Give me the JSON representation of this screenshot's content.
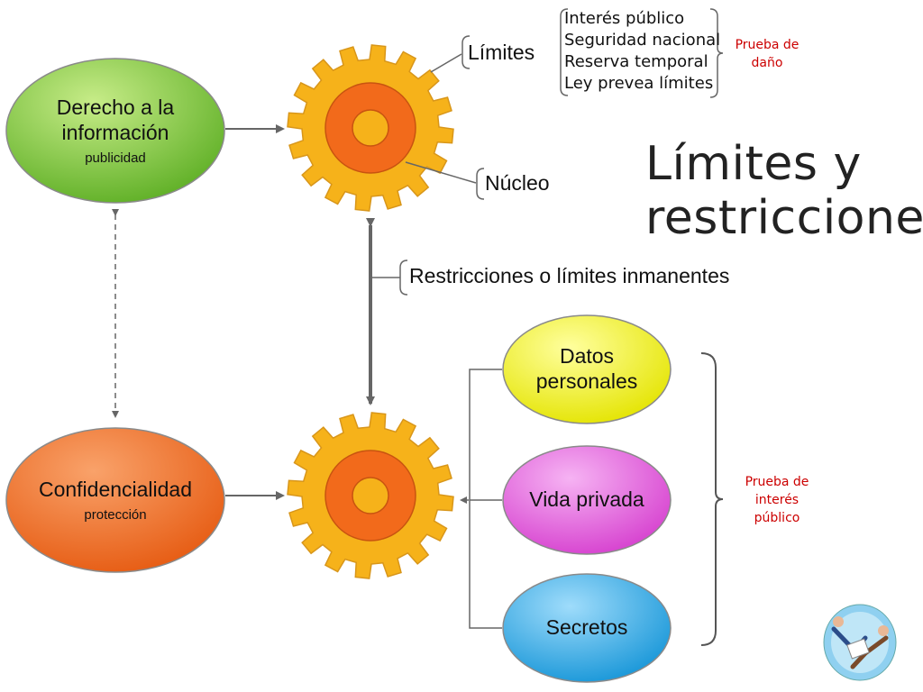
{
  "title": "Límites y restricciones",
  "nodes": {
    "derecho": {
      "title": "Derecho a la\ninformación",
      "subtitle": "publicidad",
      "color": "#7dc63f"
    },
    "confidencialidad": {
      "title": "Confidencialidad",
      "subtitle": "protección",
      "color": "#ef6a22"
    },
    "datos": {
      "title": "Datos\npersonales",
      "color": "#eeee11"
    },
    "vida": {
      "title": "Vida privada",
      "color": "#e85ae0"
    },
    "secretos": {
      "title": "Secretos",
      "color": "#2aa9e6"
    }
  },
  "labels": {
    "limites": "Límites",
    "nucleo": "Núcleo",
    "restricciones": "Restricciones o límites inmanentes"
  },
  "limites_list": [
    "Interés público",
    "Seguridad nacional",
    "Reserva temporal",
    "Ley prevea límites"
  ],
  "prueba_dano": "Prueba de\ndaño",
  "prueba_interes": "Prueba de\ninterés\npúblico",
  "colors": {
    "gear_outer": "#f6b21a",
    "gear_ring": "#f26a1b",
    "gear_hole": "#f6b21a",
    "arrow": "#666666",
    "bracket": "#555555",
    "red_text": "#cc0000"
  }
}
